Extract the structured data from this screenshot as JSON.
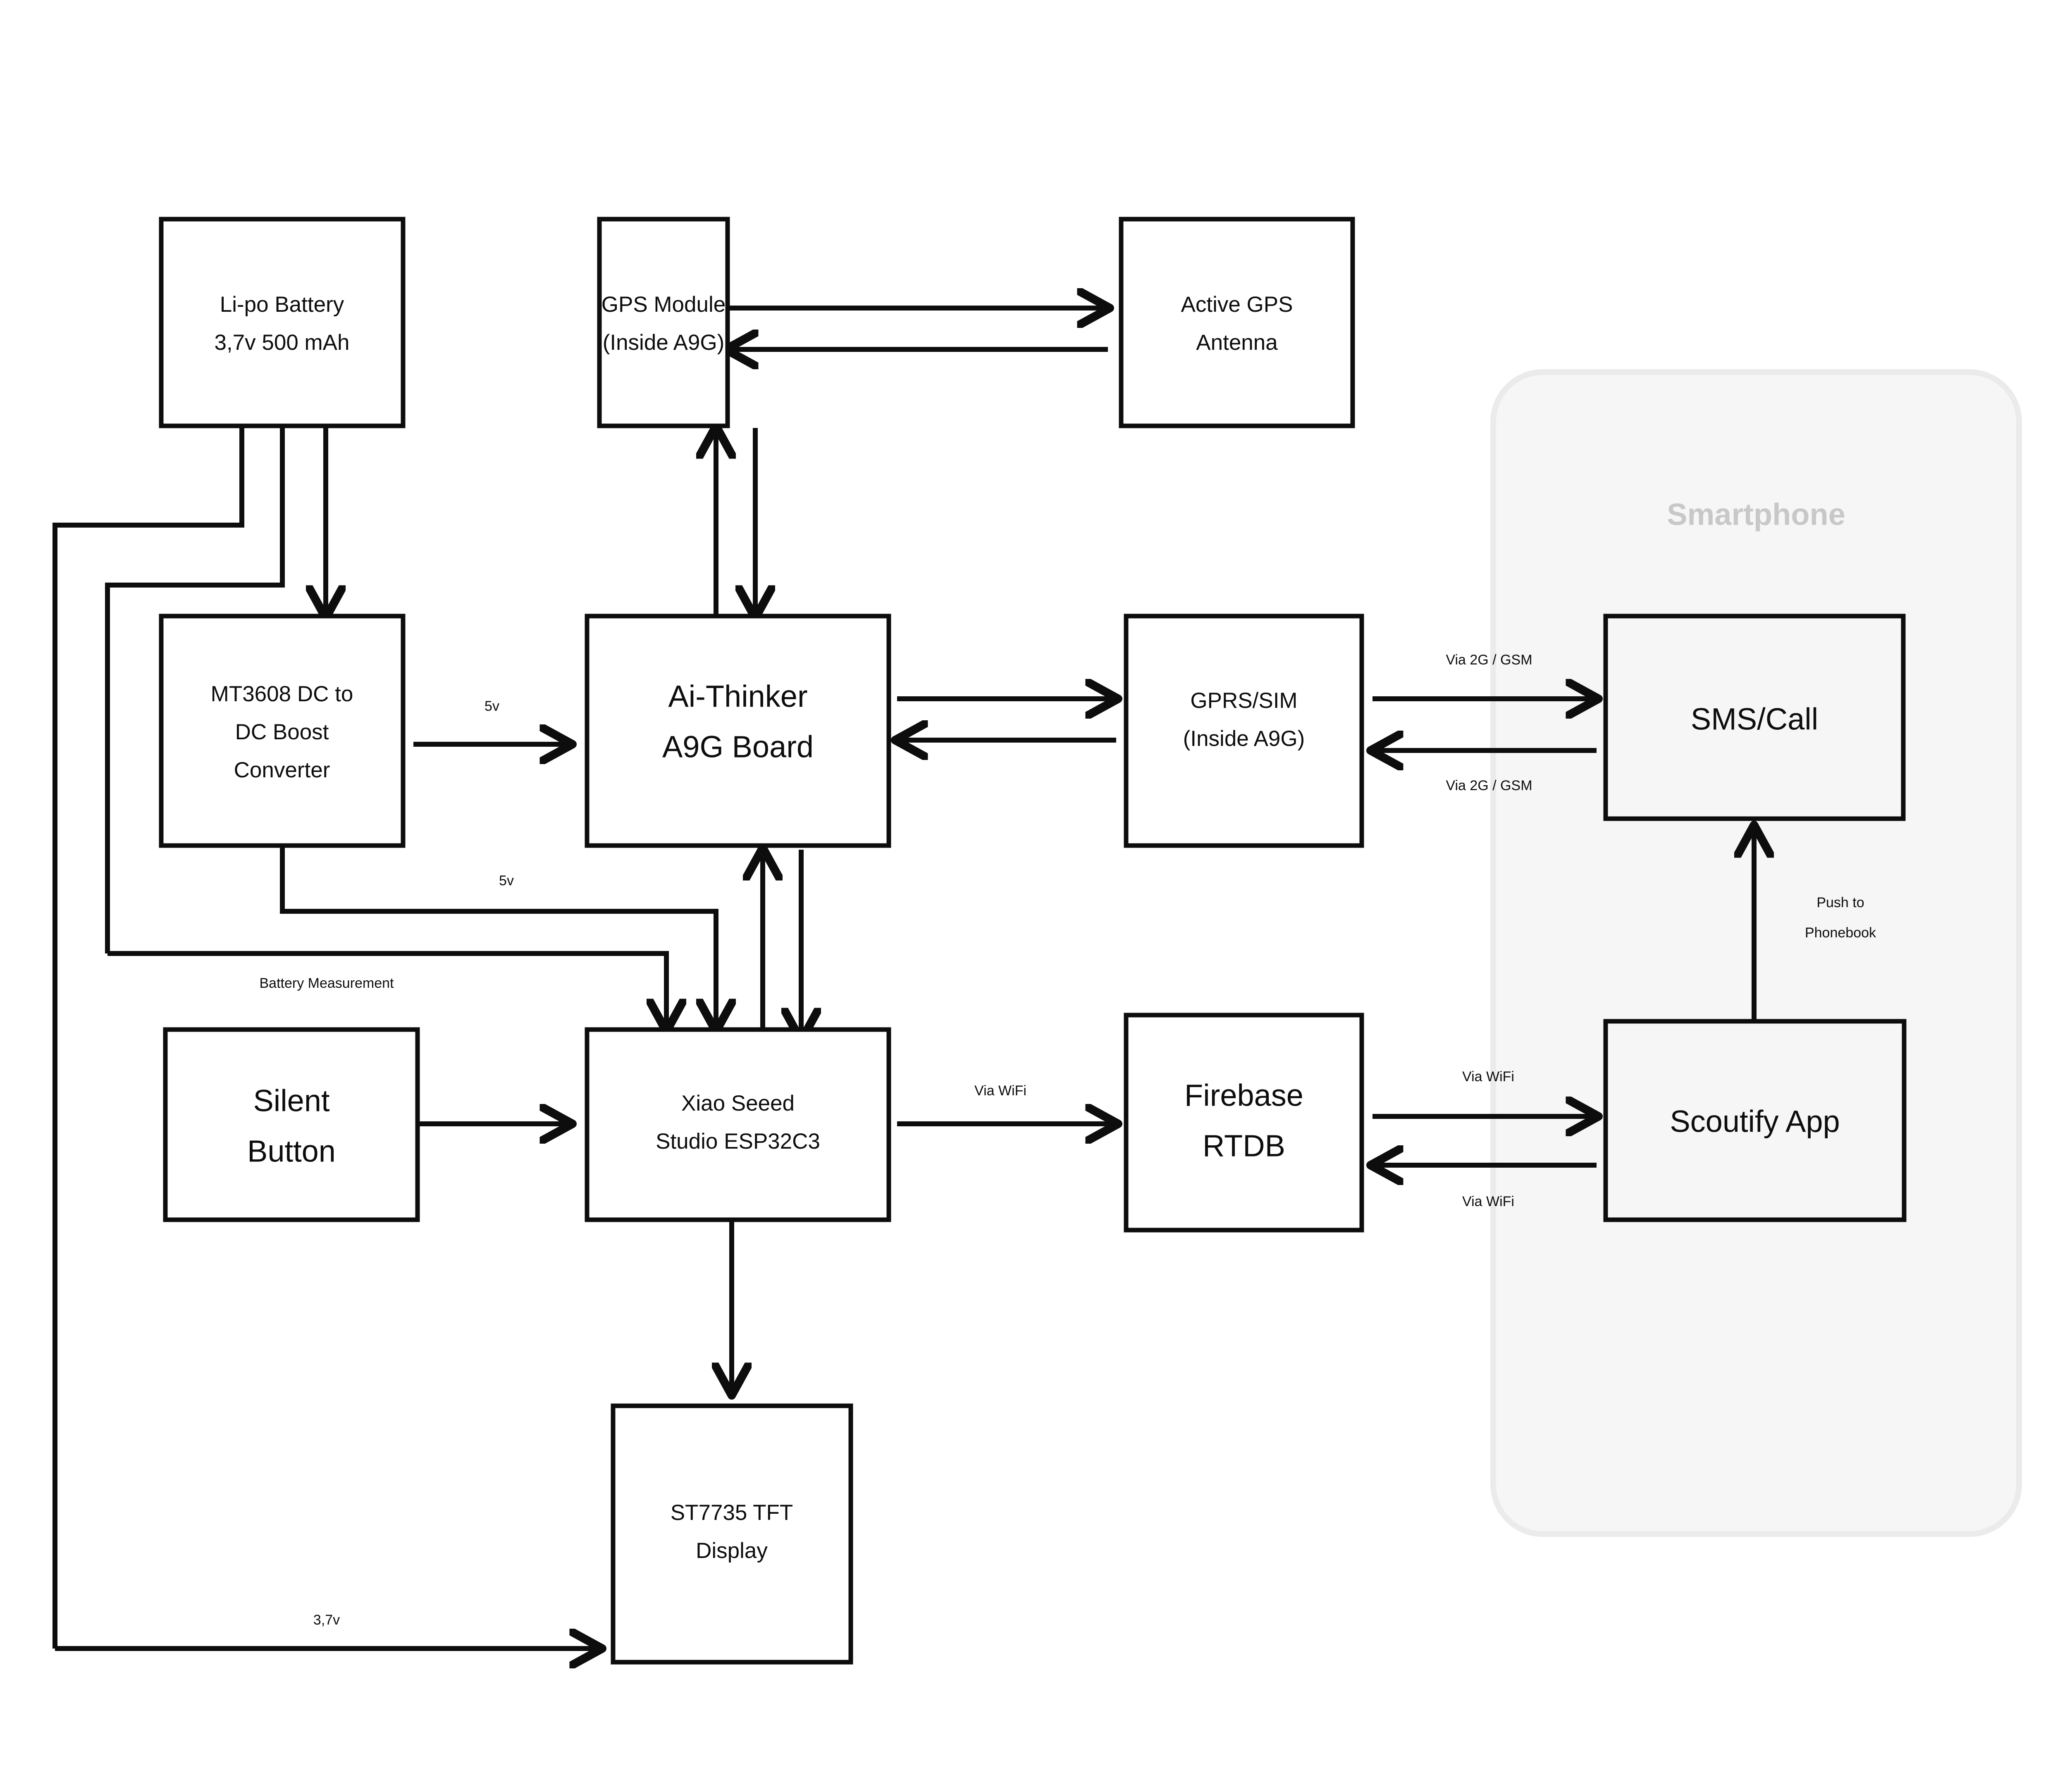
{
  "diagram": {
    "title_hidden": "",
    "nodes": [
      {
        "id": "battery",
        "lines": [
          "Li-po Battery",
          "3,7v 500 mAh"
        ],
        "size": "normal"
      },
      {
        "id": "gps",
        "lines": [
          "GPS Module",
          "(Inside A9G)"
        ],
        "size": "normal"
      },
      {
        "id": "antenna",
        "lines": [
          "Active GPS",
          "Antenna"
        ],
        "size": "normal"
      },
      {
        "id": "boost",
        "lines": [
          "MT3608 DC to",
          "DC Boost",
          "Converter"
        ],
        "size": "normal"
      },
      {
        "id": "a9g",
        "lines": [
          "Ai-Thinker",
          "A9G Board"
        ],
        "size": "big"
      },
      {
        "id": "gprs",
        "lines": [
          "GPRS/SIM",
          "(Inside A9G)"
        ],
        "size": "normal"
      },
      {
        "id": "sms",
        "lines": [
          "SMS/Call"
        ],
        "size": "big"
      },
      {
        "id": "silent",
        "lines": [
          "Silent",
          "Button"
        ],
        "size": "big"
      },
      {
        "id": "esp32",
        "lines": [
          "Xiao Seeed",
          "Studio ESP32C3"
        ],
        "size": "normal"
      },
      {
        "id": "firebase",
        "lines": [
          "Firebase",
          "RTDB"
        ],
        "size": "big"
      },
      {
        "id": "scoutify",
        "lines": [
          "Scoutify App"
        ],
        "size": "big"
      },
      {
        "id": "tft",
        "lines": [
          "ST7735 TFT",
          "Display"
        ],
        "size": "normal"
      }
    ],
    "group": {
      "id": "smartphone",
      "label": "Smartphone"
    },
    "edge_labels": {
      "boost_to_a9g": "5v",
      "boost_to_esp32": "5v",
      "battery_measurement": "Battery Measurement",
      "battery_to_tft": "3,7v",
      "gprs_to_sms_top": "Via 2G / GSM",
      "gprs_to_sms_bottom": "Via 2G / GSM",
      "firebase_to_scoutify_top": "Via WiFi",
      "firebase_to_scoutify_bottom": "Via WiFi",
      "scoutify_to_sms": [
        "Push to",
        "Phonebook"
      ]
    },
    "colors": {
      "stroke": "#0d0d0d",
      "background": "#ffffff",
      "phone_fill": "#f6f6f6",
      "phone_border": "#ebebeb",
      "phone_label": "#c8c8c8"
    }
  }
}
